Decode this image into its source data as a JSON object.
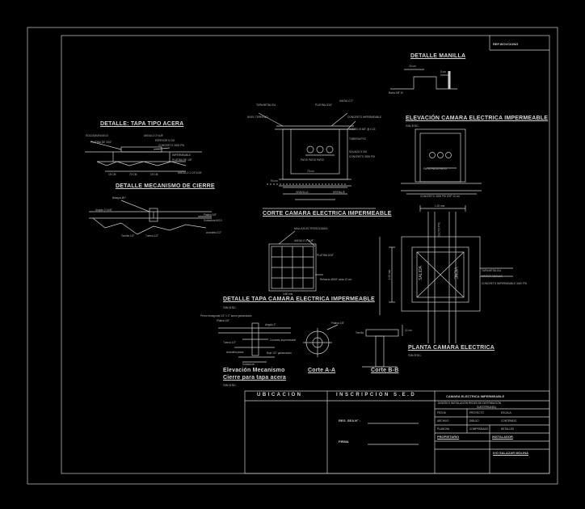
{
  "colors": {
    "background": "#000000",
    "line": "#cfcfcf"
  },
  "sheet": {
    "ref_tag": "REF.WOVCIONG"
  },
  "details": {
    "manilla": {
      "title": "DETALLE MANILLA",
      "dim_a": "15 cm",
      "dim_b": "5 cm",
      "note": "Barra 3/8\" Ø"
    },
    "tapa_acera": {
      "title": "DETALLE: TAPA TIPO ACERA",
      "n1": "SOLDADURA 6013",
      "n2": "ANGULO 2\"x1/8\"",
      "n3": "PLATINA DE 3/16\"",
      "n4": "ESPESOR 5 CM",
      "n5": "CONCRETO 3000 PSI",
      "n6": "IMPERMEABLE",
      "n7": "PLATINA DE 1/8\"",
      "d1": "15 CM",
      "d2": "70 CM",
      "d3": "15 CM",
      "n8": "ANGULO 1 1/2\"x1/8\""
    },
    "mecanismo": {
      "title": "DETALLE MECANISMO DE CIERRE",
      "n1": "Bisagra Ø1\"",
      "n2": "Angulo 2\"x1/8\"",
      "n3": "Platina 1/8\"",
      "n4": "Soldadura 6013",
      "n5": "Tornillo 1/2\"",
      "n6": "Tuerca 1/2\"",
      "n7": "Arandela 1/2\""
    },
    "corte": {
      "title": "CORTE CAMARA ELECTRICA IMPERMEABLE",
      "n1": "TAPA METALICA",
      "n2": "PLATINA 3/16\"",
      "n3": "ANGULO 2\"",
      "n4": "NIVEL TERRENO",
      "n5": "CONCRETO IMPERMEABLE",
      "n6": "ACERO Ø 3/8\" @ 0.15",
      "n7": "TUBERIA PVC",
      "n8": "SOLADO 5 CM",
      "n9": "CONCRETO 3000 PSI",
      "n10": "GRAVILLA",
      "n11": "DRENAJE",
      "w": "75 cm",
      "h": "90 cm",
      "pipes": "PATIO PATIO PATIO"
    },
    "elevacion": {
      "title": "ELEVACIÓN CAMARA ELECTRICA IMPERMEABLE",
      "scale": "SIN ESC.",
      "pipes": "PATIO PATIO PATIO",
      "base": "CONCRETO 3000 PSI ESP 10 cm",
      "dim": "1.20 mts"
    },
    "tapa_camara": {
      "title": "DETALLE TAPA CAMARA ELECTRICA IMPERMEABLE",
      "scale": "SIN ESC.",
      "n1": "MALLA ELECTROSOLDADA",
      "n2": "ANGULO 2\"x1/8\"",
      "n3": "PLATINA 3/16\"",
      "n4": "Refuerzo Ø3/8\" cada 10 cm",
      "dim": "0.80 mts"
    },
    "planta": {
      "title": "PLANTA CAMARA ELECTRICA",
      "scale": "SIN ESC.",
      "side_l": "SALIDA",
      "side_r": "VIENE",
      "tube_label": "DUCTO PVC",
      "n1": "TAPA METALICA",
      "n2": "MARCO ANGULO",
      "n3": "CONCRETO IMPERMEABLE 3000 PSI",
      "dim": "1.20 mts"
    },
    "cierre": {
      "title1": "Elevación Mecanismo",
      "title2": "Cierre para tapa acera",
      "scale": "SIN ESC.",
      "n1": "Perno hexagonal 1/2\" x 2\" acero galvanizado",
      "n2": "Platina 1/8\"",
      "n3": "Angulo 2\"",
      "n4": "Tuerca 1/2\"",
      "n5": "Concreto impermeable",
      "n6": "Arandela plana",
      "n7": "Buje 1/2\" galvanizado",
      "n8": "Soldadura"
    },
    "corte_aa": {
      "title": "Corte A-A",
      "n1": "Platina 1/8\""
    },
    "corte_bb": {
      "title": "Corte B-B",
      "dim": "12 cm",
      "n1": "Tornillo"
    }
  },
  "title_block": {
    "ubicacion": "UBICACION",
    "inscripcion": "INSCRIPCION S.E.D",
    "project_title": "CAMARA ELECTRICA IMPERMEABLE",
    "project_sub1": "DISEÑO E INSTALACIÓN REDES DE DISTRIBUCIÓN",
    "project_sub2": "SUBTERRANEA",
    "r1a": "FECHA",
    "r1b": "PROYECTO",
    "r1c": "ESCALA",
    "r2a": "ARCHIVO",
    "r2b": "DIBUJO",
    "r2c": "CONTENIDO",
    "r3a": "PLANCHA",
    "r3b": "COMPROBADO",
    "r3c": "DETALLES",
    "reg_label": "REG. SEA N° :",
    "firma_label": "FIRMA",
    "propietario": "PROPIETARIO",
    "instalador": "INSTALADOR",
    "firm_name": "IVO SALAZAR MOLINA"
  }
}
